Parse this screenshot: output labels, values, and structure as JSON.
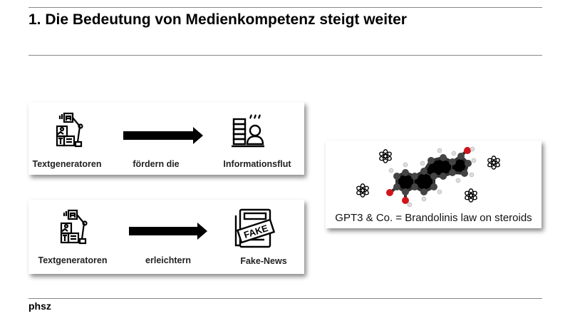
{
  "slide": {
    "title": "1. Die Bedeutung von Medienkompetenz steigt weiter",
    "footer": "phsz"
  },
  "card1": {
    "source": "Textgeneratoren",
    "verb": "fördern die",
    "target": "Informationsflut",
    "icons": [
      "robot-arm-text-generator-icon",
      "arrow-right-icon",
      "information-overload-icon"
    ]
  },
  "card2": {
    "source": "Textgeneratoren",
    "verb": "erleichtern",
    "target": "Fake-News",
    "icons": [
      "robot-arm-text-generator-icon",
      "arrow-right-icon",
      "fake-news-newspaper-icon"
    ]
  },
  "card3": {
    "caption": "GPT3 & Co. = Brandolinis law on steroids",
    "icons": [
      "steroid-molecule-image",
      "openai-logo-icon"
    ]
  },
  "colors": {
    "rule": "#888888",
    "oxygen": "#d0141c",
    "carbon": "#333333"
  }
}
